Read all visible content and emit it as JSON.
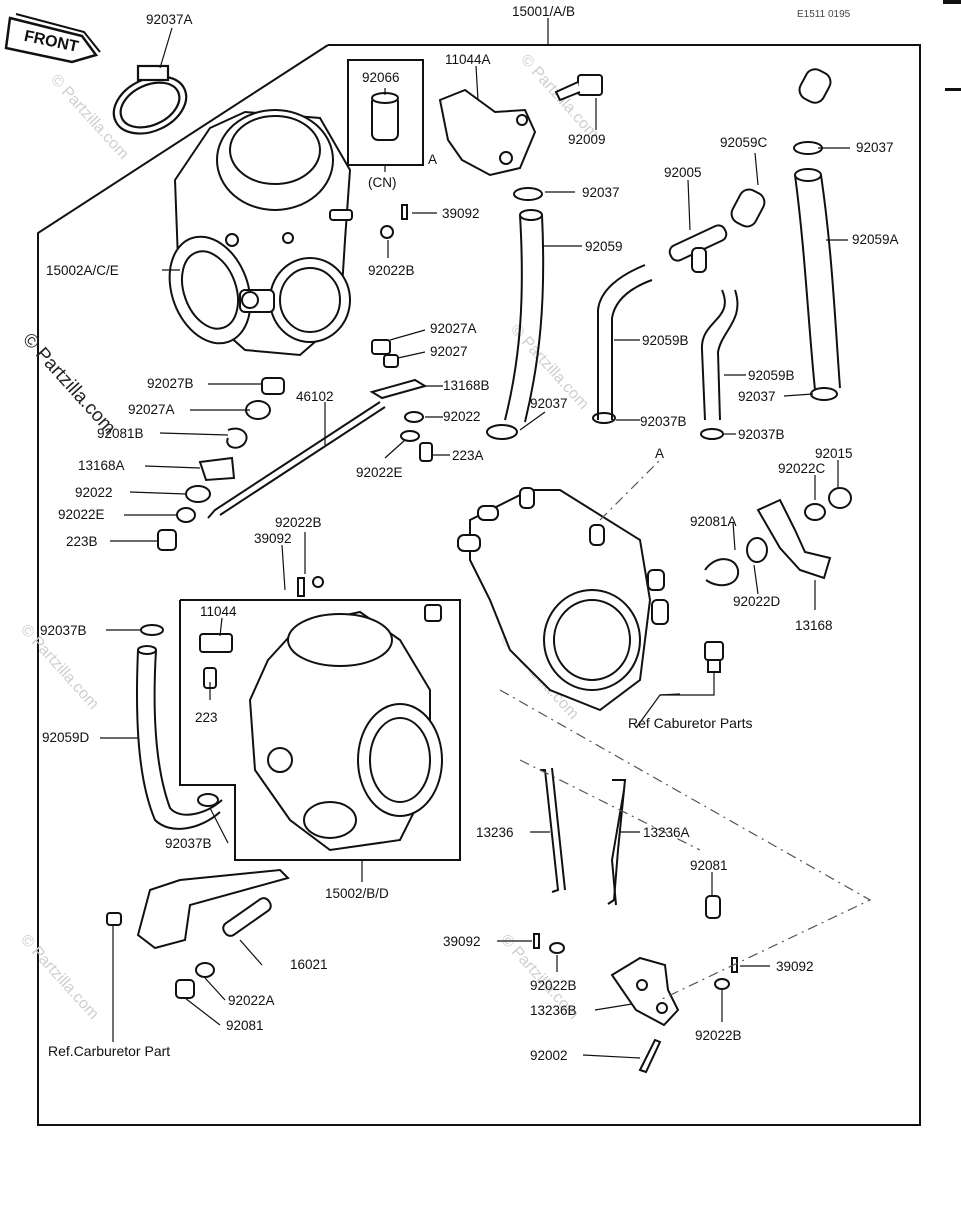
{
  "header": {
    "front_label": "FRONT",
    "doc_code": "E1511 0195"
  },
  "watermark": {
    "brand": "© Partzilla.com",
    "tile": "© Partzilla.com"
  },
  "reference_notes": {
    "ref_carb_parts": "Ref Caburetor Parts",
    "ref_carb_part": "Ref.Carburetor Part",
    "cn_market": "(CN)",
    "ref_a": "A"
  },
  "part_labels": {
    "p15001AB": "15001/A/B",
    "p92037A": "92037A",
    "p11044A": "11044A",
    "p92066": "92066",
    "p92009": "92009",
    "p92037_top": "92037",
    "p92059C": "92059C",
    "p92005": "92005",
    "p92037_right": "92037",
    "p39092_a": "39092",
    "p92059": "92059",
    "p92059A": "92059A",
    "p15002ACE": "15002A/C/E",
    "p92022B_a": "92022B",
    "p92027A_a": "92027A",
    "p92027": "92027",
    "p92059B_a": "92059B",
    "p92059B_b": "92059B",
    "p92027B": "92027B",
    "p13168B": "13168B",
    "p46102": "46102",
    "p92027A_b": "92027A",
    "p92022_a": "92022",
    "p92037_mid": "92037",
    "p92037B_a": "92037B",
    "p92037_right2": "92037",
    "p92081B": "92081B",
    "p92022E_a": "92022E",
    "p223A": "223A",
    "p92037B_b": "92037B",
    "p13168A": "13168A",
    "p92015": "92015",
    "p92022C": "92022C",
    "p92022_b": "92022",
    "p92022E_b": "92022E",
    "p92081A": "92081A",
    "p92022B_b": "92022B",
    "p223B": "223B",
    "p39092_b": "39092",
    "p92022D": "92022D",
    "p13168": "13168",
    "p11044": "11044",
    "p92037B_c": "92037B",
    "p223": "223",
    "p92059D": "92059D",
    "p92037B_d": "92037B",
    "p15002BD": "15002/B/D",
    "p13236": "13236",
    "p13236A": "13236A",
    "p92081_a": "92081",
    "p16021": "16021",
    "p39092_c": "39092",
    "p39092_d": "39092",
    "p92022B_c": "92022B",
    "p92022A": "92022A",
    "p13236B": "13236B",
    "p92022B_d": "92022B",
    "p92081_b": "92081",
    "p92002": "92002"
  }
}
